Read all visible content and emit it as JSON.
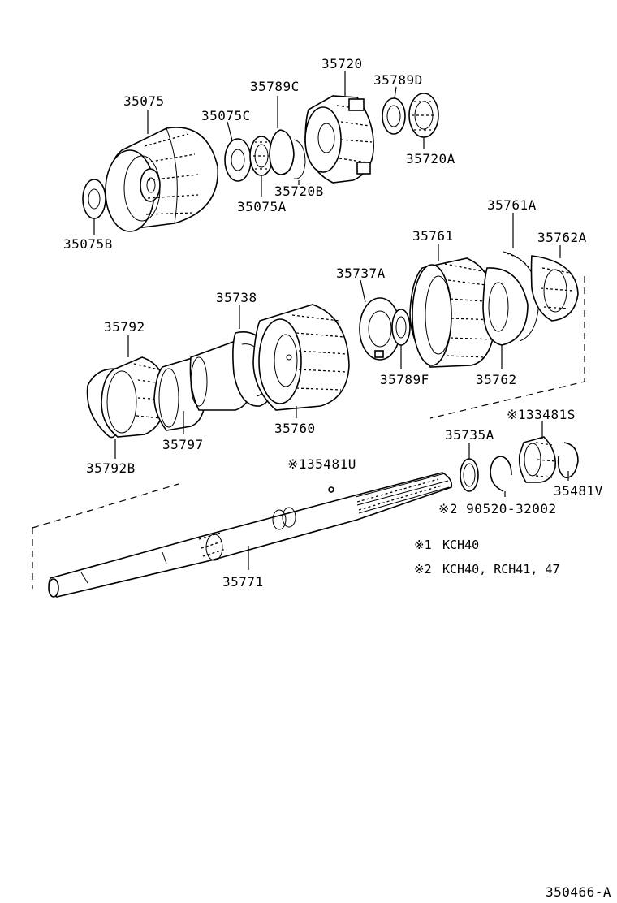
{
  "parts": {
    "p35720": "35720",
    "p35789d": "35789D",
    "p35789c": "35789C",
    "p35075": "35075",
    "p35075c": "35075C",
    "p35720a": "35720A",
    "p35720b": "35720B",
    "p35075a": "35075A",
    "p35075b": "35075B",
    "p35761a": "35761A",
    "p35761": "35761",
    "p35762a": "35762A",
    "p35737a": "35737A",
    "p35738": "35738",
    "p35792": "35792",
    "p35789f": "35789F",
    "p35762": "35762",
    "p35760": "35760",
    "p35797": "35797",
    "p133481s": "※133481S",
    "p35735a": "35735A",
    "p35792b": "35792B",
    "p35481u": "※135481U",
    "p35481v": "35481V",
    "p90520": "※2  90520-32002",
    "p35771": "35771"
  },
  "notes": {
    "note1_mark": "※1",
    "note1_text": "KCH40",
    "note2_mark": "※2",
    "note2_text": "KCH40, RCH41, 47"
  },
  "diagram_id": "350466-A"
}
